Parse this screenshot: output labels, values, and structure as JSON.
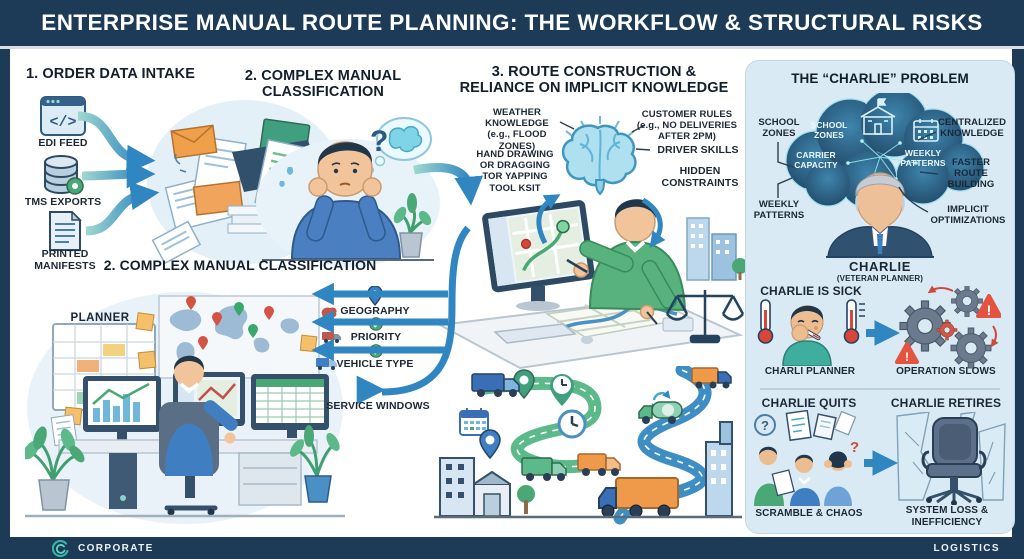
{
  "title": "ENTERPRISE MANUAL ROUTE PLANNING: THE WORKFLOW & STRUCTURAL RISKS",
  "intake": {
    "heading": "1. ORDER DATA INTAKE",
    "edi": "EDI FEED",
    "tms": "TMS EXPORTS",
    "printed": "PRINTED\nMANIFESTS"
  },
  "classification_top": {
    "heading": "2. COMPLEX MANUAL\nCLASSIFICATION"
  },
  "classification": {
    "heading": "2. COMPLEX MANUAL CLASSIFICATION",
    "planner": "PLANNER",
    "geography": "GEOGRAPHY",
    "priority": "PRIORITY",
    "vehicle_type": "VEHICLE TYPE",
    "service_windows": "SERVICE WINDOWS"
  },
  "route": {
    "heading": "3. ROUTE CONSTRUCTION &\nRELIANCE ON IMPLICIT KNOWLEDGE",
    "weather": "WEATHER\nKNOWLEDGE\n(e.g., FLOOD ZONES)",
    "hand_drawing": "HAND DRAWING\nOR DRAGGING\nTOR YAPPING\nTOOL KSIT",
    "customer_rules": "CUSTOMER RULES\n(e.g., NO DELIVERIES\nAFTER 2PM)",
    "driver_skills": "DRIVER SKILLS",
    "hidden_constraints": "HIDDEN\nCONSTRAINTS"
  },
  "charlie": {
    "title": "THE “CHARLIE” PROBLEM",
    "cloud": {
      "school_zones": "SCHOOL\nZONES",
      "carrier_capacity": "CARRIER\nCAPACITY",
      "weekly_patterns": "WEEKLY\nPATTERNS"
    },
    "labels": {
      "school_zones": "SCHOOL\nZONES",
      "centralized_knowledge": "CENTRALIZED\nKNOWLEDGE",
      "weekly_patterns": "WEEKLY\nPATTERNS",
      "faster_route_building": "FASTER\nROUTE\nBUILDING",
      "implicit_optimizations": "IMPLICIT\nOPTIMIZATIONS"
    },
    "name": "CHARLIE",
    "subtitle": "(VETERAN PLANNER)",
    "sick": {
      "heading": "CHARLIE IS SICK",
      "planner_caption": "CHARLI PLANNER",
      "result_caption": "OPERATION SLOWS"
    },
    "quits": {
      "heading": "CHARLIE QUITS",
      "caption": "SCRAMBLE & CHAOS"
    },
    "retires": {
      "heading": "CHARLIE RETIRES",
      "caption": "SYSTEM LOSS &\nINEFFICIENCY"
    }
  },
  "footer": {
    "corporate": "CORPORATE",
    "logistics": "LOGISTICS"
  },
  "colors": {
    "navy": "#1d3a57",
    "arrow_blue": "#2f86c0",
    "arrow_teal": "#9fd8cf",
    "panel_blue": "#d9eaf4",
    "brain_blue": "#aee0ef",
    "warn_red": "#d9453a",
    "gear_gray": "#6b7a8c",
    "green": "#49a876",
    "orange": "#ee9a4a"
  }
}
